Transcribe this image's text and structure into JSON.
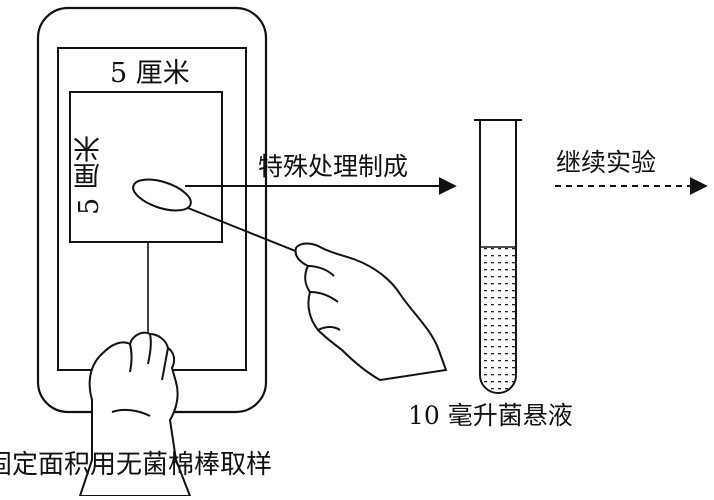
{
  "labels": {
    "square_top": "5 厘米",
    "square_side": "5 厘米",
    "step_process": "特殊处理制成",
    "step_continue": "继续实验",
    "tube_label": "10 毫升菌悬液",
    "caption": "固定面积用无菌棉棒取样"
  },
  "colors": {
    "ink": "#111111",
    "background": "#ffffff"
  }
}
